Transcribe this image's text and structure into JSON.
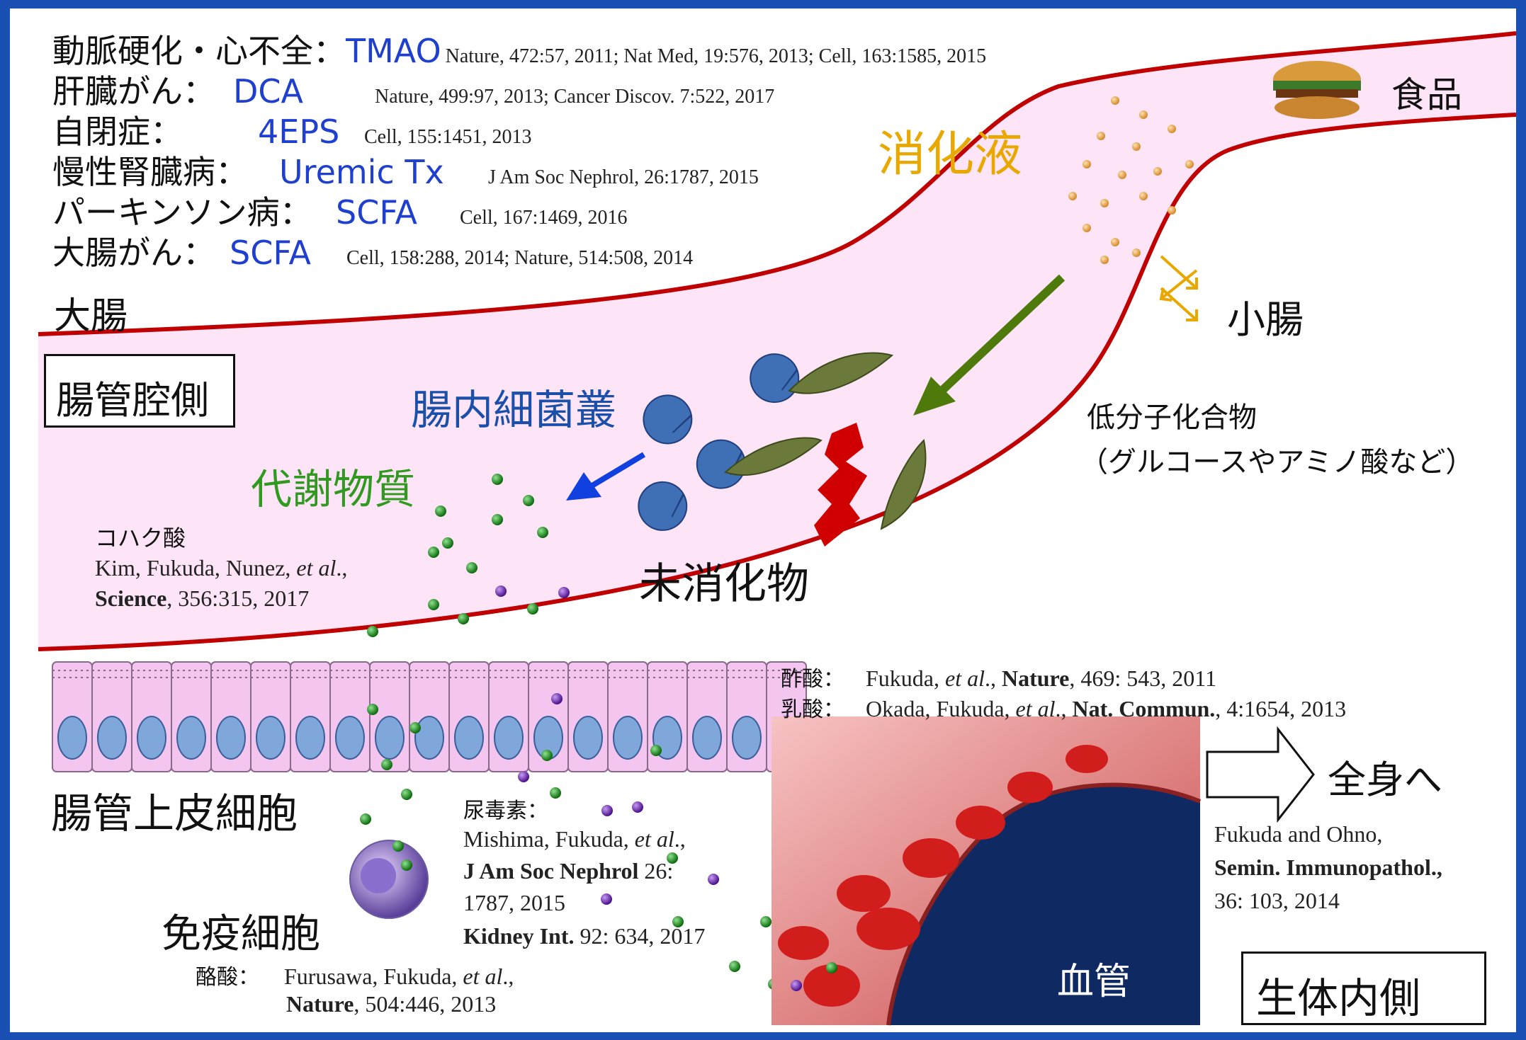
{
  "diseases": [
    {
      "disease": "動脈硬化・心不全：",
      "metabolite": "TMAO",
      "refs": "Nature, 472:57, 2011; Nat Med, 19:576, 2013; Cell, 163:1585, 2015"
    },
    {
      "disease": "肝臓がん：",
      "metabolite": "DCA",
      "refs": "Nature, 499:97, 2013; Cancer Discov. 7:522, 2017"
    },
    {
      "disease": "自閉症：",
      "metabolite": "4EPS",
      "refs": "Cell, 155:1451, 2013"
    },
    {
      "disease": "慢性腎臓病：",
      "metabolite": "Uremic Tx",
      "refs": "J Am Soc Nephrol, 26:1787, 2015"
    },
    {
      "disease": "パーキンソン病：",
      "metabolite": "SCFA",
      "refs": "Cell, 167:1469, 2016"
    },
    {
      "disease": "大腸がん：",
      "metabolite": "SCFA",
      "refs": "Cell, 158:288, 2014; Nature, 514:508, 2014"
    }
  ],
  "labels": {
    "large_intestine": "大腸",
    "lumen_side": "腸管腔側",
    "digestive_juice": "消化液",
    "food": "食品",
    "small_intestine": "小腸",
    "low_mw_1": "低分子化合物",
    "low_mw_2": "（グルコースやアミノ酸など）",
    "microbiota": "腸内細菌叢",
    "metabolites": "代謝物質",
    "undigested": "未消化物",
    "epithelium": "腸管上皮細胞",
    "immune_cell": "免疫細胞",
    "blood_vessel": "血管",
    "to_body": "全身へ",
    "body_inside": "生体内側"
  },
  "succinate": {
    "name": "コハク酸",
    "authors": "Kim, Fukuda, Nunez, ",
    "etal": "et al",
    "tail": ".,",
    "journal": "Science",
    "cite": ", 356:315, 2017"
  },
  "acetate": {
    "name": "酢酸：",
    "authors": "Fukuda, ",
    "etal": "et al",
    "mid": "., ",
    "journal": "Nature",
    "cite": ", 469: 543, 2011"
  },
  "lactate": {
    "name": "乳酸：",
    "authors": "Okada, Fukuda, ",
    "etal": "et al",
    "mid": "., ",
    "journal": "Nat. Commun.",
    "cite": ", 4:1654, 2013"
  },
  "uremic": {
    "name": "尿毒素：",
    "line1a": "Mishima, Fukuda, ",
    "etal": "et al",
    "line1b": ".,",
    "j1": "J Am Soc Nephrol",
    "line2a": " 26:",
    "line3": "1787, 2015",
    "j2": "Kidney Int.",
    "line4b": " 92: 634, 2017"
  },
  "butyrate": {
    "name": "酪酸：",
    "authors": "Furusawa, Fukuda, ",
    "etal": "et al",
    "tail": ".,",
    "journal": "Nature",
    "cite": ", 504:446, 2013"
  },
  "review": {
    "authors": "Fukuda and Ohno,",
    "journal": "Semin. Immunopathol.,",
    "cite": "36: 103, 2014"
  },
  "colors": {
    "frame": "#1a4fb3",
    "gut_wall": "#c00000",
    "lumen": "#fde4f6",
    "metabolite_green": "#1f8a1f",
    "metabolite_purple": "#6a1fb0",
    "bacteria": "#3f6fb5",
    "arrow_green": "#4d7a0a",
    "arrow_blue": "#1040e0"
  }
}
